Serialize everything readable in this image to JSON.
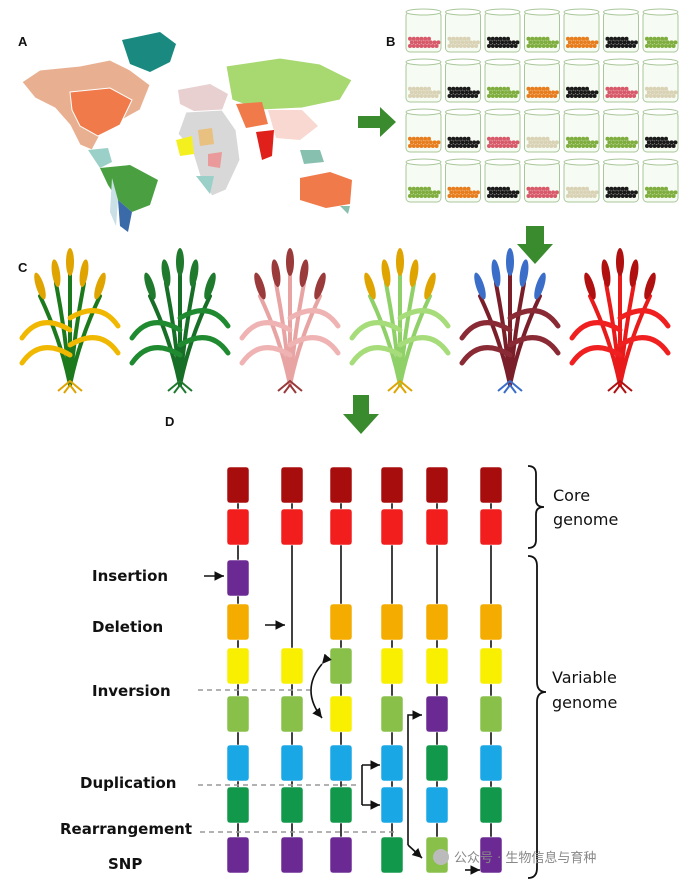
{
  "panels": {
    "a": "A",
    "b": "B",
    "c": "C",
    "d": "D"
  },
  "colors": {
    "arrow": "#3a8a2e",
    "seed_types": [
      "#d85a6a",
      "#d9d2b5",
      "#1a1a1a",
      "#7fae3e",
      "#e87d1e"
    ],
    "blocks": {
      "darkred": "#a80d0d",
      "red": "#f21d1d",
      "purple": "#6b2a93",
      "orange": "#f4ac00",
      "yellow": "#f8f000",
      "lightgreen": "#88c04a",
      "cyan": "#1aa7e6",
      "green": "#12984a"
    }
  },
  "seed_grid": [
    [
      "pink",
      "cream",
      "black",
      "green",
      "orange",
      "black",
      "green"
    ],
    [
      "cream",
      "black",
      "green",
      "orange",
      "black",
      "pink",
      "cream"
    ],
    [
      "orange",
      "black",
      "pink",
      "cream",
      "green",
      "green",
      "black"
    ],
    [
      "green",
      "orange",
      "black",
      "pink",
      "cream",
      "black",
      "green"
    ]
  ],
  "plant_colors": [
    {
      "stem": "#1c7a1c",
      "head": "#e0a400",
      "leaf": "#f0b800"
    },
    {
      "stem": "#176e26",
      "head": "#1f7a2e",
      "leaf": "#1f8a30"
    },
    {
      "stem": "#e8a3a3",
      "head": "#9a3a3a",
      "leaf": "#f0b3b3"
    },
    {
      "stem": "#8fd068",
      "head": "#e0a400",
      "leaf": "#a6dc7a"
    },
    {
      "stem": "#7a1f2a",
      "head": "#3a6ec8",
      "leaf": "#8a2a35"
    },
    {
      "stem": "#e81a1a",
      "head": "#b01010",
      "leaf": "#f02020"
    }
  ],
  "genome_columns": [
    [
      "darkred",
      "red",
      "purple",
      "orange",
      "yellow",
      "lightgreen",
      "cyan",
      "green",
      "purple"
    ],
    [
      "darkred",
      "red",
      "",
      "",
      "yellow",
      "lightgreen",
      "cyan",
      "green",
      "purple"
    ],
    [
      "darkred",
      "red",
      "",
      "orange",
      "lightgreen",
      "yellow",
      "cyan",
      "green",
      "purple"
    ],
    [
      "darkred",
      "red",
      "",
      "orange",
      "yellow",
      "lightgreen",
      "cyan",
      "cyan",
      "green"
    ],
    [
      "darkred",
      "red",
      "",
      "orange",
      "yellow",
      "purple",
      "green",
      "cyan",
      "lightgreen"
    ],
    [
      "darkred",
      "red",
      "",
      "orange",
      "yellow",
      "lightgreen",
      "cyan",
      "green",
      "purple"
    ]
  ],
  "variant_labels": [
    "Insertion",
    "Deletion",
    "Inversion",
    "Duplication",
    "Rearrangement",
    "SNP"
  ],
  "braces": {
    "core": [
      "Core",
      "genome"
    ],
    "variable": [
      "Variable",
      "genome"
    ]
  },
  "watermark": "公众号 · 生物信息与育种"
}
